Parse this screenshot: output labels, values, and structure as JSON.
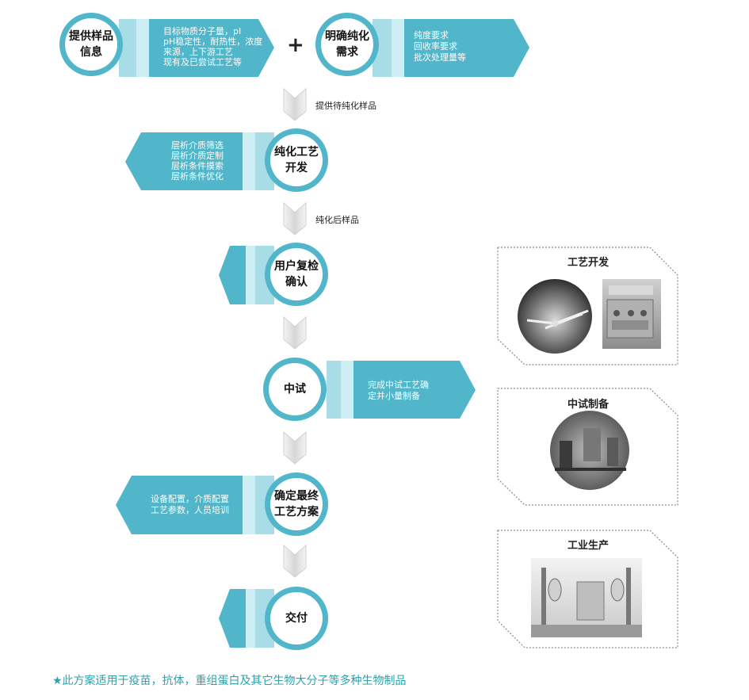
{
  "colors": {
    "teal": "#51b6c9",
    "teal_light": "#a8dde8",
    "ring_gray": "#e7eef0",
    "text_dark": "#111111",
    "footnote": "#2aa3ad",
    "panel_border": "#8a8a8a"
  },
  "nodes": {
    "sample_info": "提供样品\n信息",
    "purify_need": "明确纯化\n需求",
    "process_dev": "纯化工艺\n开发",
    "user_confirm": "用户复检\n确认",
    "pilot": "中试",
    "final_plan": "确定最终\n工艺方案",
    "deliver": "交付"
  },
  "plus_sign": "+",
  "banners": {
    "sample_info": [
      "目标物质分子量，pI",
      "pH稳定性，耐热性，浓度",
      "来源，上下游工艺",
      "现有及已尝试工艺等"
    ],
    "purify_need": [
      "纯度要求",
      "回收率要求",
      "批次处理量等"
    ],
    "process_dev": [
      "层析介质筛选",
      "层析介质定制",
      "层析条件摸索",
      "层析条件优化"
    ],
    "pilot": [
      "完成中试工艺确",
      "定并小量制备"
    ],
    "final_plan": [
      "设备配置，介质配置",
      "工艺参数，人员培训"
    ]
  },
  "flow_captions": {
    "to_dev": "提供待纯化样品",
    "to_confirm": "纯化后样品"
  },
  "panels": {
    "process_dev": "工艺开发",
    "pilot_prep": "中试制备",
    "production": "工业生产"
  },
  "footnote": "★此方案适用于疫苗，抗体，重组蛋白及其它生物大分子等多种生物制品"
}
